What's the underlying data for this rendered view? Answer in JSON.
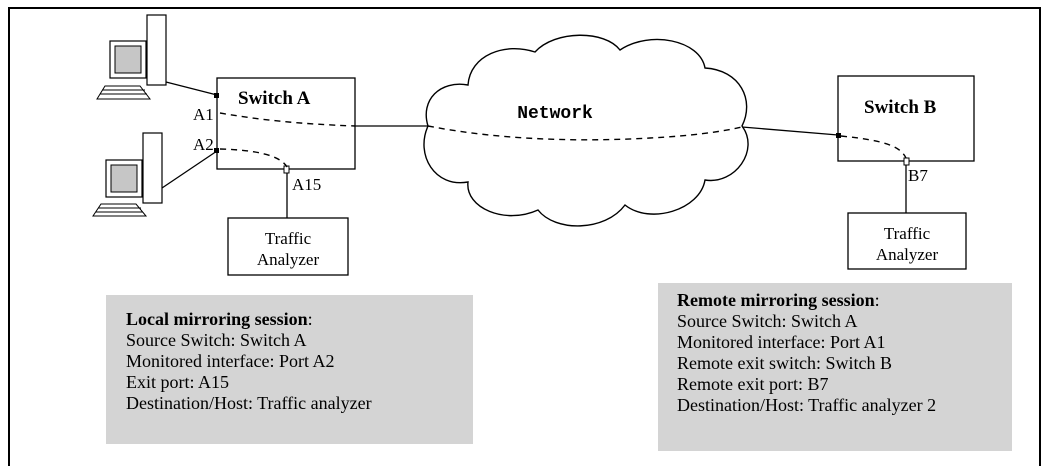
{
  "switch_a": {
    "label": "Switch A",
    "ports": {
      "a1": "A1",
      "a2": "A2",
      "a15": "A15"
    }
  },
  "switch_b": {
    "label": "Switch B",
    "ports": {
      "b7": "B7"
    }
  },
  "network": {
    "label": "Network"
  },
  "analyzer_a": {
    "line1": "Traffic",
    "line2": "Analyzer"
  },
  "analyzer_b": {
    "line1": "Traffic",
    "line2": "Analyzer"
  },
  "local_session": {
    "title": "Local mirroring session",
    "colon": ":",
    "lines": [
      "Source Switch: Switch A",
      "Monitored interface: Port A2",
      "Exit port: A15",
      "Destination/Host: Traffic analyzer"
    ]
  },
  "remote_session": {
    "title": "Remote mirroring session",
    "colon": ":",
    "lines": [
      "Source Switch: Switch A",
      "Monitored interface: Port A1",
      "Remote exit switch: Switch B",
      "Remote exit port: B7",
      "Destination/Host: Traffic analyzer 2"
    ]
  },
  "colors": {
    "session_box_bg": "#d4d4d4",
    "line": "#000000",
    "frame": "#000000"
  }
}
